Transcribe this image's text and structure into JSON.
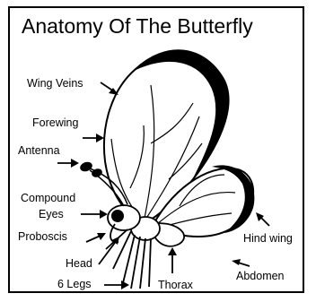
{
  "title": "Anatomy Of The Butterfly",
  "labels": {
    "wing_veins": "Wing Veins",
    "forewing": "Forewing",
    "antenna": "Antenna",
    "compound_eyes_1": "Compound",
    "compound_eyes_2": "Eyes",
    "proboscis": "Proboscis",
    "head": "Head",
    "legs": "6 Legs",
    "thorax": "Thorax",
    "hind_wing": "Hind wing",
    "abdomen": "Abdomen"
  },
  "colors": {
    "ink": "#000000",
    "paper": "#ffffff"
  }
}
